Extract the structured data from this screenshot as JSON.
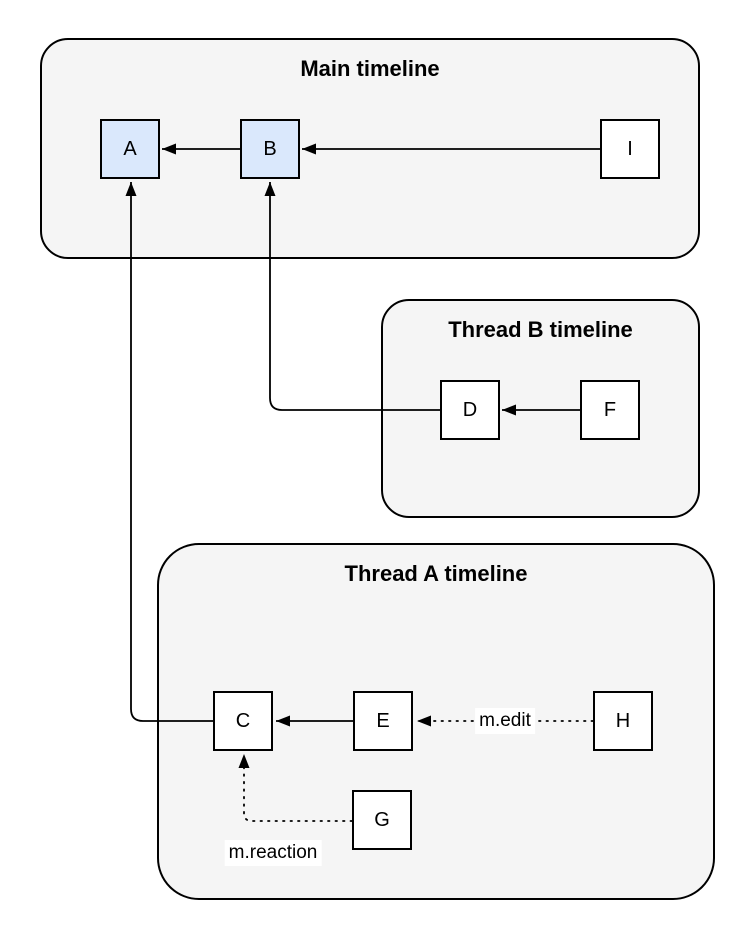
{
  "diagram": {
    "type": "event-graph",
    "background_color": "#ffffff",
    "colors": {
      "container_fill": "#f5f5f5",
      "container_border": "#000000",
      "node_fill": "#ffffff",
      "node_fill_highlighted": "#dae8fc",
      "node_border": "#000000",
      "line": "#000000"
    },
    "containers": [
      {
        "id": "main",
        "title": "Main timeline"
      },
      {
        "id": "threadB",
        "title": "Thread B timeline"
      },
      {
        "id": "threadA",
        "title": "Thread A timeline"
      }
    ],
    "nodes": [
      {
        "id": "A",
        "label": "A",
        "container": "main",
        "highlighted": true
      },
      {
        "id": "B",
        "label": "B",
        "container": "main",
        "highlighted": true
      },
      {
        "id": "I",
        "label": "I",
        "container": "main",
        "highlighted": false
      },
      {
        "id": "D",
        "label": "D",
        "container": "threadB",
        "highlighted": false
      },
      {
        "id": "F",
        "label": "F",
        "container": "threadB",
        "highlighted": false
      },
      {
        "id": "C",
        "label": "C",
        "container": "threadA",
        "highlighted": false
      },
      {
        "id": "E",
        "label": "E",
        "container": "threadA",
        "highlighted": false
      },
      {
        "id": "H",
        "label": "H",
        "container": "threadA",
        "highlighted": false
      },
      {
        "id": "G",
        "label": "G",
        "container": "threadA",
        "highlighted": false
      }
    ],
    "edges": [
      {
        "from": "B",
        "to": "A",
        "style": "solid",
        "label": ""
      },
      {
        "from": "I",
        "to": "B",
        "style": "solid",
        "label": ""
      },
      {
        "from": "F",
        "to": "D",
        "style": "solid",
        "label": ""
      },
      {
        "from": "E",
        "to": "C",
        "style": "solid",
        "label": ""
      },
      {
        "from": "H",
        "to": "E",
        "style": "dotted",
        "label": "m.edit"
      },
      {
        "from": "G",
        "to": "C",
        "style": "dotted",
        "label": "m.reaction"
      },
      {
        "from": "D",
        "to": "B",
        "style": "solid",
        "label": ""
      },
      {
        "from": "C",
        "to": "A",
        "style": "solid",
        "label": ""
      }
    ]
  }
}
